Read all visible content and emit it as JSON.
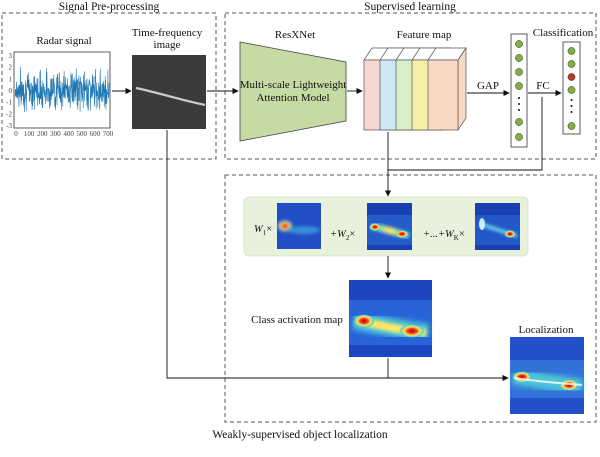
{
  "sections": {
    "preprocessing": "Signal Pre-processing",
    "supervised": "Supervised learning",
    "wsol": "Weakly-supervised object localization"
  },
  "preprocessing": {
    "radar_signal": "Radar signal",
    "tf_image_line1": "Time-frequency",
    "tf_image_line2": "image",
    "y_ticks": [
      "3",
      "2",
      "1",
      "0",
      "-1",
      "-2",
      "-3"
    ],
    "x_ticks": [
      "0",
      "100",
      "200",
      "300",
      "400",
      "500",
      "600",
      "700"
    ]
  },
  "supervised": {
    "resxnet": "ResXNet",
    "model_line1": "Multi-scale Lightweight",
    "model_line2": "Attention Model",
    "feature_map": "Feature map",
    "gap": "GAP",
    "fc": "FC",
    "classification": "Classification"
  },
  "wsol": {
    "w1": "W",
    "w1_sub": "1",
    "w2_prefix": "+W",
    "w2_sub": "2",
    "wk_prefix": "+...+W",
    "wk_sub": "K",
    "times": "×",
    "cam_label": "Class activation map",
    "localization": "Localization"
  },
  "colors": {
    "signal": "#1f77b4",
    "model_fill": "#c5dba3",
    "panel_fill": "#e8f1dc",
    "node_green": "#7fb040",
    "node_red": "#b13a2e",
    "feature_maps": [
      "#f6d6d0",
      "#cde8f3",
      "#d9efc8",
      "#f7f0a8",
      "#f9d8c4"
    ]
  }
}
